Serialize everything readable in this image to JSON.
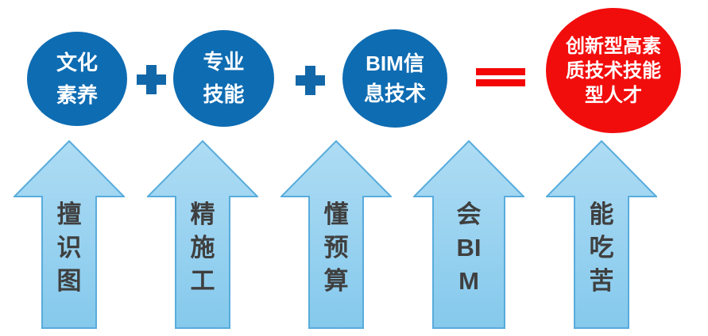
{
  "equation": {
    "terms": [
      {
        "id": "culture",
        "label": "文化\n素养"
      },
      {
        "id": "skills",
        "label": "专业\n技能"
      },
      {
        "id": "bim-tech",
        "label": "BIM信\n息技术"
      }
    ],
    "operators": {
      "plus": "+",
      "equals": "="
    },
    "result": {
      "label": "创新型高素\n质技术技能\n型人才"
    }
  },
  "arrows": [
    {
      "id": "read-drawings",
      "label": "擅\n识\n图"
    },
    {
      "id": "construction",
      "label": "精\n施\n工"
    },
    {
      "id": "budgeting",
      "label": "懂\n预\n算"
    },
    {
      "id": "bim",
      "label": "会\nBI\nM"
    },
    {
      "id": "hardworking",
      "label": "能\n吃\n苦"
    }
  ],
  "colors": {
    "term_circle_fill": "#0E6CB2",
    "term_text": "#FFFFFF",
    "result_circle_fill": "#F20D0D",
    "result_text": "#FFFFFF",
    "plus": "#1267A8",
    "equals": "#F40606",
    "arrow_fill_top": "#AEDCF4",
    "arrow_fill_bottom": "#85C9EC",
    "arrow_border": "#58ACDC",
    "arrow_text": "#3F3F3F"
  }
}
